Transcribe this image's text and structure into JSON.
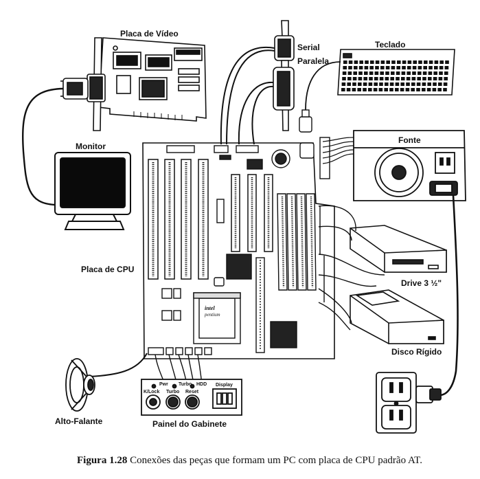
{
  "labels": {
    "placa_video": "Placa de Vídeo",
    "serial": "Serial",
    "paralela": "Paralela",
    "teclado": "Teclado",
    "monitor": "Monitor",
    "fonte": "Fonte",
    "placa_cpu": "Placa de CPU",
    "drive": "Drive 3 ½\"",
    "disco": "Disco Rígido",
    "alto_falante": "Alto-Falante",
    "painel": "Painel do Gabinete"
  },
  "panel": {
    "led1": "Pwr",
    "led2": "Turbo",
    "led3": "HDD",
    "keylock": "K/Lock",
    "turbo": "Turbo",
    "reset": "Reset",
    "display": "Display"
  },
  "chip": {
    "brand": "intel",
    "model": "pentium"
  },
  "caption": {
    "prefix": "Figura 1.28",
    "text": " Conexões das peças que formam um PC com placa de CPU padrão AT."
  },
  "icons": [
    "monitor-icon",
    "keyboard-icon",
    "power-supply-icon",
    "floppy-drive-icon",
    "hard-disk-icon",
    "speaker-icon",
    "wall-outlet-icon"
  ]
}
